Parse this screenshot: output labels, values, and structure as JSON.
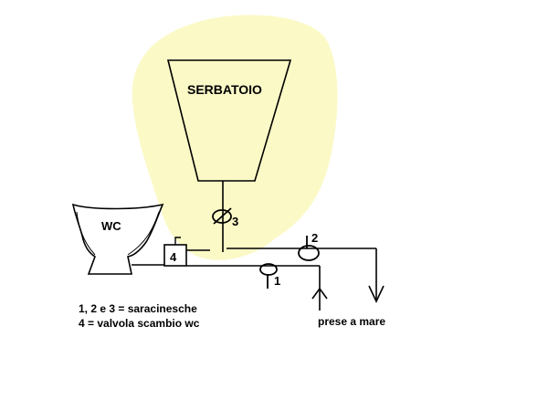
{
  "tank": {
    "label": "SERBATOIO"
  },
  "toilet": {
    "label": "WC"
  },
  "valves": [
    {
      "id": "1",
      "label": "1"
    },
    {
      "id": "2",
      "label": "2"
    },
    {
      "id": "3",
      "label": "3"
    }
  ],
  "exchange_valve": {
    "label": "4"
  },
  "sea_intakes": {
    "label": "prese a mare"
  },
  "legend": {
    "line1": "1, 2 e 3 = saracinesche",
    "line2": "4 = valvola scambio wc"
  },
  "colors": {
    "glow": "#fbf9c6",
    "ink": "#000000",
    "background": "#ffffff"
  }
}
